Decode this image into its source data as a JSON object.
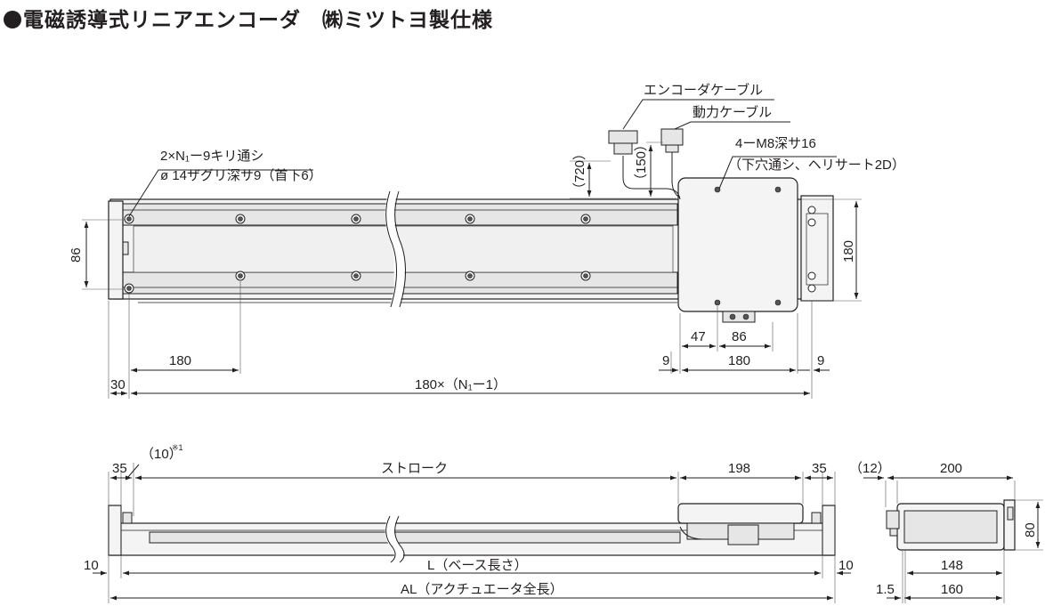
{
  "title": "電磁誘導式リニアエンコーダ　㈱ミツトヨ製仕様",
  "top_view": {
    "labels": {
      "encoder_cable": "エンコーダケーブル",
      "power_cable": "動力ケーブル",
      "holes_note_1": "2×N₁ー9キリ通シ",
      "holes_note_2": "ø 14ザグリ深サ9（首下6）",
      "tap_note_1": "4ーM8深サ16",
      "tap_note_2": "（下穴通シ、ヘリサート2D）",
      "cable_len": "（720）",
      "cable_len2": "（150）"
    },
    "dims": {
      "height": "86",
      "slider_height": "180",
      "pitch": "180",
      "edge": "30",
      "pitch_total": "180×（N₁ー1）",
      "dim_47": "47",
      "dim_86": "86",
      "dim_9a": "9",
      "dim_180": "180",
      "dim_9b": "9"
    }
  },
  "side_view": {
    "labels": {
      "note_10": "（10）",
      "note_mark": "※1",
      "stroke": "ストローク",
      "base_len": "L（ベース長さ）",
      "actuator_len": "AL（アクチュエータ全長）"
    },
    "dims": {
      "left_35": "35",
      "slider_198": "198",
      "right_35": "35",
      "left_10": "10",
      "right_10": "10"
    }
  },
  "end_view": {
    "dims": {
      "dim_12": "（12）",
      "width_200": "200",
      "height_80": "80",
      "width_148": "148",
      "dim_1_5": "1.5",
      "width_160": "160"
    }
  }
}
